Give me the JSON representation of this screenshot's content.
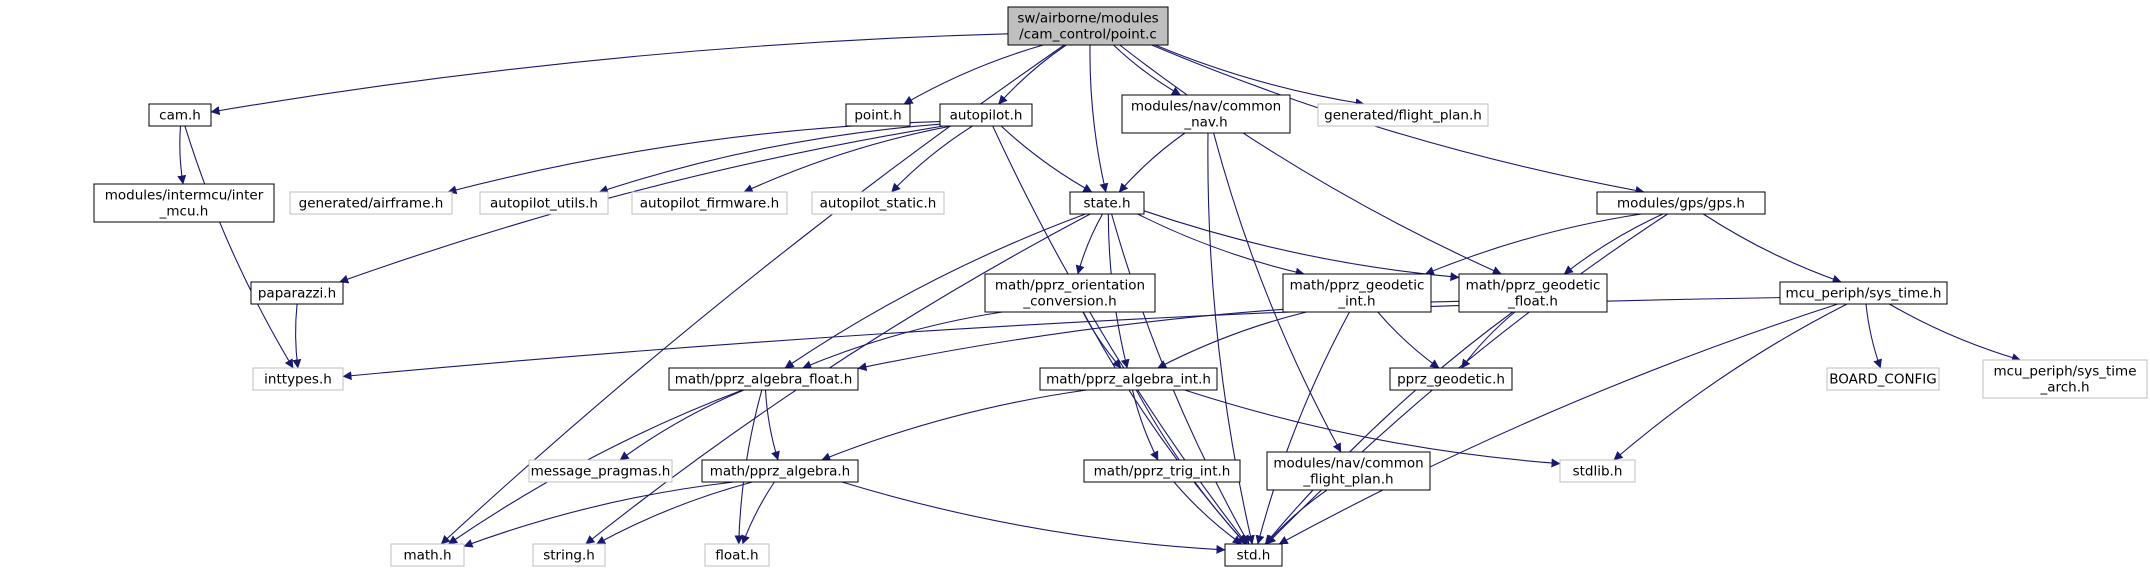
{
  "colors": {
    "edge": "#191970",
    "node_border": "#000000",
    "node_border_external": "#bfbfbf",
    "node_fill": "#ffffff",
    "root_fill": "#bfbfbf",
    "text": "#000000"
  },
  "nodes": [
    {
      "id": "point_c",
      "lines": [
        "sw/airborne/modules",
        "/cam_control/point.c"
      ],
      "kind": "root"
    },
    {
      "id": "cam_h",
      "lines": [
        "cam.h"
      ],
      "kind": "local"
    },
    {
      "id": "point_h",
      "lines": [
        "point.h"
      ],
      "kind": "local"
    },
    {
      "id": "autopilot_h",
      "lines": [
        "autopilot.h"
      ],
      "kind": "local"
    },
    {
      "id": "nav_common_h",
      "lines": [
        "modules/nav/common",
        "_nav.h"
      ],
      "kind": "local"
    },
    {
      "id": "gen_flight_plan_h",
      "lines": [
        "generated/flight_plan.h"
      ],
      "kind": "external"
    },
    {
      "id": "intermcu_h",
      "lines": [
        "modules/intermcu/inter",
        "_mcu.h"
      ],
      "kind": "local"
    },
    {
      "id": "gen_airframe_h",
      "lines": [
        "generated/airframe.h"
      ],
      "kind": "external"
    },
    {
      "id": "autopilot_utils_h",
      "lines": [
        "autopilot_utils.h"
      ],
      "kind": "external"
    },
    {
      "id": "autopilot_firmware_h",
      "lines": [
        "autopilot_firmware.h"
      ],
      "kind": "external"
    },
    {
      "id": "autopilot_static_h",
      "lines": [
        "autopilot_static.h"
      ],
      "kind": "external"
    },
    {
      "id": "state_h",
      "lines": [
        "state.h"
      ],
      "kind": "local"
    },
    {
      "id": "gps_h",
      "lines": [
        "modules/gps/gps.h"
      ],
      "kind": "local"
    },
    {
      "id": "paparazzi_h",
      "lines": [
        "paparazzi.h"
      ],
      "kind": "local"
    },
    {
      "id": "orientation_h",
      "lines": [
        "math/pprz_orientation",
        "_conversion.h"
      ],
      "kind": "local"
    },
    {
      "id": "geodetic_int_h",
      "lines": [
        "math/pprz_geodetic",
        "_int.h"
      ],
      "kind": "local"
    },
    {
      "id": "geodetic_float_h",
      "lines": [
        "math/pprz_geodetic",
        "_float.h"
      ],
      "kind": "local"
    },
    {
      "id": "sys_time_h",
      "lines": [
        "mcu_periph/sys_time.h"
      ],
      "kind": "local"
    },
    {
      "id": "inttypes_h",
      "lines": [
        "inttypes.h"
      ],
      "kind": "external"
    },
    {
      "id": "algebra_float_h",
      "lines": [
        "math/pprz_algebra_float.h"
      ],
      "kind": "local"
    },
    {
      "id": "algebra_int_h",
      "lines": [
        "math/pprz_algebra_int.h"
      ],
      "kind": "local"
    },
    {
      "id": "pprz_geodetic_h",
      "lines": [
        "pprz_geodetic.h"
      ],
      "kind": "local"
    },
    {
      "id": "board_config",
      "lines": [
        "BOARD_CONFIG"
      ],
      "kind": "external"
    },
    {
      "id": "sys_time_arch_h",
      "lines": [
        "mcu_periph/sys_time",
        "_arch.h"
      ],
      "kind": "external"
    },
    {
      "id": "message_pragmas_h",
      "lines": [
        "message_pragmas.h"
      ],
      "kind": "external"
    },
    {
      "id": "algebra_h",
      "lines": [
        "math/pprz_algebra.h"
      ],
      "kind": "local"
    },
    {
      "id": "trig_int_h",
      "lines": [
        "math/pprz_trig_int.h"
      ],
      "kind": "local"
    },
    {
      "id": "nav_flight_plan_h",
      "lines": [
        "modules/nav/common",
        "_flight_plan.h"
      ],
      "kind": "local"
    },
    {
      "id": "stdlib_h",
      "lines": [
        "stdlib.h"
      ],
      "kind": "external"
    },
    {
      "id": "math_h",
      "lines": [
        "math.h"
      ],
      "kind": "external"
    },
    {
      "id": "string_h",
      "lines": [
        "string.h"
      ],
      "kind": "external"
    },
    {
      "id": "float_h",
      "lines": [
        "float.h"
      ],
      "kind": "external"
    },
    {
      "id": "std_h",
      "lines": [
        "std.h"
      ],
      "kind": "local"
    }
  ],
  "edges": [
    [
      "point_c",
      "cam_h"
    ],
    [
      "point_c",
      "point_h"
    ],
    [
      "point_c",
      "autopilot_h"
    ],
    [
      "point_c",
      "nav_common_h"
    ],
    [
      "point_c",
      "gen_flight_plan_h"
    ],
    [
      "point_c",
      "state_h"
    ],
    [
      "point_c",
      "geodetic_float_h"
    ],
    [
      "point_c",
      "gps_h"
    ],
    [
      "point_c",
      "math_h"
    ],
    [
      "cam_h",
      "intermcu_h"
    ],
    [
      "cam_h",
      "inttypes_h"
    ],
    [
      "autopilot_h",
      "gen_airframe_h"
    ],
    [
      "autopilot_h",
      "autopilot_utils_h"
    ],
    [
      "autopilot_h",
      "autopilot_firmware_h"
    ],
    [
      "autopilot_h",
      "autopilot_static_h"
    ],
    [
      "autopilot_h",
      "state_h"
    ],
    [
      "autopilot_h",
      "paparazzi_h"
    ],
    [
      "autopilot_h",
      "std_h"
    ],
    [
      "nav_common_h",
      "state_h"
    ],
    [
      "nav_common_h",
      "nav_flight_plan_h"
    ],
    [
      "nav_common_h",
      "std_h"
    ],
    [
      "state_h",
      "orientation_h"
    ],
    [
      "state_h",
      "geodetic_int_h"
    ],
    [
      "state_h",
      "geodetic_float_h"
    ],
    [
      "state_h",
      "algebra_float_h"
    ],
    [
      "state_h",
      "algebra_int_h"
    ],
    [
      "state_h",
      "string_h"
    ],
    [
      "state_h",
      "std_h"
    ],
    [
      "gps_h",
      "geodetic_int_h"
    ],
    [
      "gps_h",
      "geodetic_float_h"
    ],
    [
      "gps_h",
      "sys_time_h"
    ],
    [
      "gps_h",
      "std_h"
    ],
    [
      "paparazzi_h",
      "inttypes_h"
    ],
    [
      "orientation_h",
      "algebra_float_h"
    ],
    [
      "orientation_h",
      "algebra_int_h"
    ],
    [
      "orientation_h",
      "std_h"
    ],
    [
      "geodetic_int_h",
      "pprz_geodetic_h"
    ],
    [
      "geodetic_int_h",
      "algebra_int_h"
    ],
    [
      "geodetic_int_h",
      "std_h"
    ],
    [
      "geodetic_float_h",
      "pprz_geodetic_h"
    ],
    [
      "geodetic_float_h",
      "algebra_float_h"
    ],
    [
      "geodetic_float_h",
      "std_h"
    ],
    [
      "sys_time_h",
      "inttypes_h"
    ],
    [
      "sys_time_h",
      "board_config"
    ],
    [
      "sys_time_h",
      "sys_time_arch_h"
    ],
    [
      "sys_time_h",
      "stdlib_h"
    ],
    [
      "sys_time_h",
      "std_h"
    ],
    [
      "algebra_float_h",
      "message_pragmas_h"
    ],
    [
      "algebra_float_h",
      "algebra_h"
    ],
    [
      "algebra_float_h",
      "math_h"
    ],
    [
      "algebra_float_h",
      "float_h"
    ],
    [
      "algebra_int_h",
      "algebra_h"
    ],
    [
      "algebra_int_h",
      "trig_int_h"
    ],
    [
      "algebra_int_h",
      "stdlib_h"
    ],
    [
      "algebra_int_h",
      "std_h"
    ],
    [
      "algebra_h",
      "math_h"
    ],
    [
      "algebra_h",
      "string_h"
    ],
    [
      "algebra_h",
      "float_h"
    ],
    [
      "algebra_h",
      "std_h"
    ],
    [
      "trig_int_h",
      "std_h"
    ],
    [
      "nav_flight_plan_h",
      "std_h"
    ]
  ]
}
